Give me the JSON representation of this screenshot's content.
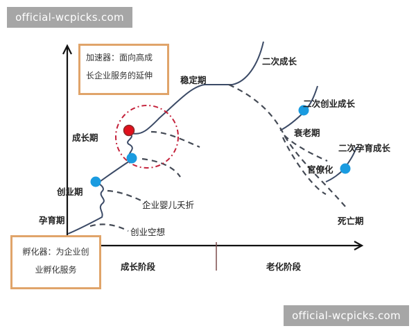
{
  "watermark": {
    "top": "official-wcpicks.com",
    "bottom": "official-wcpicks.com"
  },
  "boxes": {
    "accelerator": {
      "line1": "加速器：面向高成",
      "line2": "长企业服务的延伸"
    },
    "incubator": {
      "line1": "孵化器：为企业创",
      "line2": "业孵化服务"
    }
  },
  "stages": {
    "gestation": "孕育期",
    "startup": "创业期",
    "growth": "成长期",
    "stable": "稳定期",
    "second_growth": "二次成长",
    "second_startup_growth": "二次创业成长",
    "decline": "衰老期",
    "second_gestation_growth": "二次孕育成长",
    "bureaucratization": "官僚化",
    "death": "死亡期",
    "startup_fantasy": "创业空想",
    "infant_mortality": "企业婴儿夭折"
  },
  "axis": {
    "growth_phase": "成长阶段",
    "aging_phase": "老化阶段"
  },
  "colors": {
    "curve": "#3b4a66",
    "dashed": "#444a55",
    "blue_dot": "#1a9be0",
    "red_dot": "#e0101c",
    "red_circle": "#c4213a",
    "box_border": "#e0a46a",
    "axis": "#111111",
    "divider": "#7a4a4a"
  }
}
